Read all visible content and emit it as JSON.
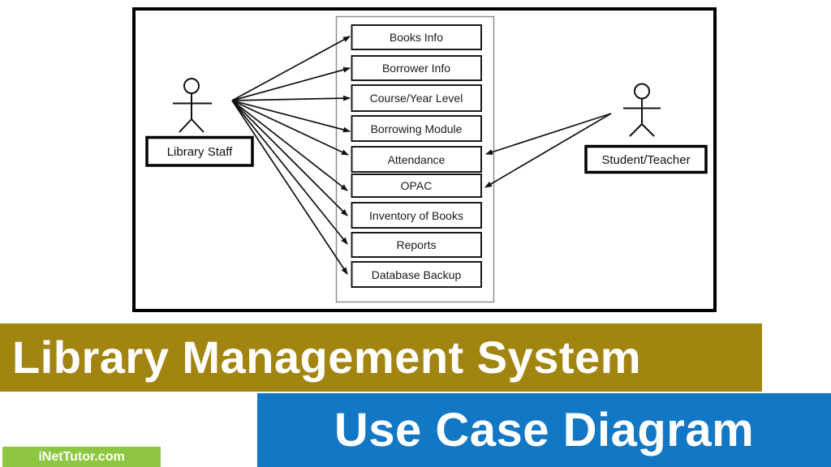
{
  "diagram": {
    "actors": [
      {
        "name": "Library Staff"
      },
      {
        "name": "Student/Teacher"
      }
    ],
    "use_cases": [
      {
        "label": "Books Info"
      },
      {
        "label": "Borrower Info"
      },
      {
        "label": "Course/Year Level"
      },
      {
        "label": "Borrowing Module"
      },
      {
        "label": "Attendance"
      },
      {
        "label": "OPAC"
      },
      {
        "label": "Inventory of Books"
      },
      {
        "label": "Reports"
      },
      {
        "label": "Database Backup"
      }
    ],
    "connections": [
      {
        "from": "Library Staff",
        "to": "Books Info"
      },
      {
        "from": "Library Staff",
        "to": "Borrower Info"
      },
      {
        "from": "Library Staff",
        "to": "Course/Year Level"
      },
      {
        "from": "Library Staff",
        "to": "Borrowing Module"
      },
      {
        "from": "Library Staff",
        "to": "Attendance"
      },
      {
        "from": "Library Staff",
        "to": "OPAC"
      },
      {
        "from": "Library Staff",
        "to": "Inventory of Books"
      },
      {
        "from": "Library Staff",
        "to": "Reports"
      },
      {
        "from": "Library Staff",
        "to": "Database Backup"
      },
      {
        "from": "Student/Teacher",
        "to": "Attendance"
      },
      {
        "from": "Student/Teacher",
        "to": "OPAC"
      }
    ]
  },
  "banners": {
    "title": "Library Management System",
    "subtitle": "Use Case Diagram",
    "watermark": "iNetTutor.com"
  },
  "colors": {
    "title_banner_bg": "#A28511",
    "subtitle_banner_bg": "#1277C5",
    "watermark_bg": "#8DC63F",
    "banner_text": "#FFFFFF",
    "diagram_lines": "#000000"
  }
}
